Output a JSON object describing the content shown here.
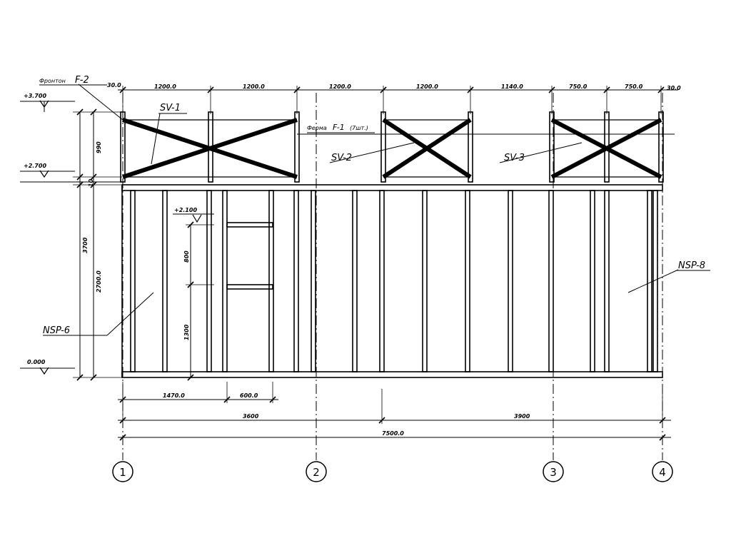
{
  "labels": {
    "fronton": "Фронтон",
    "fronton_mark": "F-2",
    "ferma": "Ферма",
    "ferma_mark": "F-1",
    "ferma_qty": "(7шт.)",
    "sv1": "SV-1",
    "sv2": "SV-2",
    "sv3": "SV-3",
    "nsp6": "NSP-6",
    "nsp8": "NSP-8"
  },
  "levels": {
    "top": "+3.700",
    "mid": "+2.700",
    "base": "0.000",
    "window": "+2.100"
  },
  "dimensions": {
    "top": [
      "30.0",
      "1200.0",
      "1200.0",
      "1200.0",
      "1200.0",
      "1140.0",
      "750.0",
      "750.0",
      "30.0"
    ],
    "left_outer": "3700",
    "left_truss": "990",
    "left_gap": "10",
    "left_wall": "2700.0",
    "window_top": "800",
    "window_bottom": "1300",
    "bottom_opening_left": "1470.0",
    "bottom_opening": "600.0",
    "bottom_span1": "3600",
    "bottom_span2": "3900",
    "bottom_total": "7500.0"
  },
  "axes": [
    "1",
    "2",
    "3",
    "4"
  ]
}
